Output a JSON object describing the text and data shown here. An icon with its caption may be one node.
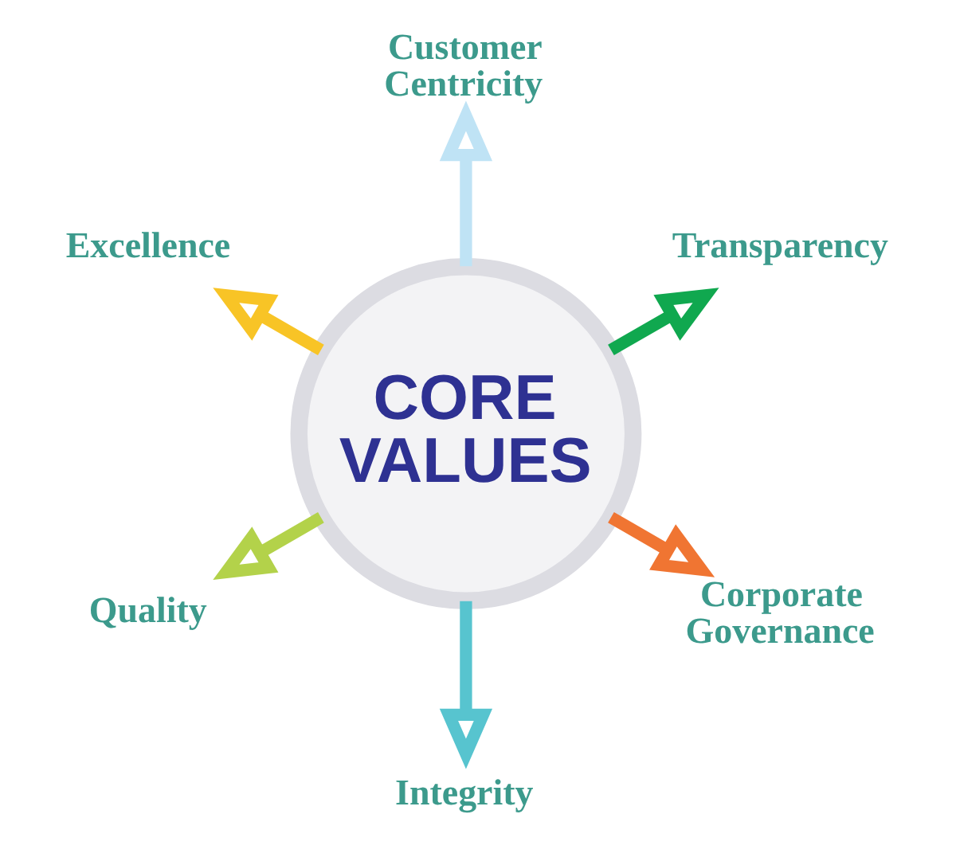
{
  "diagram": {
    "nodes": [
      {
        "text": [
          "CORE VALUES"
        ]
      },
      {
        "text": [
          "Excellence"
        ]
      },
      {
        "text": [
          "Customer Centricity"
        ]
      },
      {
        "text": [
          "Transparency"
        ]
      },
      {
        "text": [
          "Corporate Governance"
        ]
      },
      {
        "text": [
          "Integrity"
        ]
      },
      {
        "text": [
          "Quality"
        ]
      }
    ],
    "edges": [
      {
        "from": 0,
        "to": 1,
        "arrow": "to",
        "color": "#f8c426"
      },
      {
        "from": 0,
        "to": 2,
        "arrow": "to",
        "color": "#bfe3f5"
      },
      {
        "from": 0,
        "to": 3,
        "arrow": "to",
        "color": "#10a84f"
      },
      {
        "from": 0,
        "to": 4,
        "arrow": "to",
        "color": "#f07532"
      },
      {
        "from": 0,
        "to": 5,
        "arrow": "to",
        "color": "#57c4cf"
      },
      {
        "from": 0,
        "to": 6,
        "arrow": "to",
        "color": "#b3d24a"
      }
    ]
  }
}
